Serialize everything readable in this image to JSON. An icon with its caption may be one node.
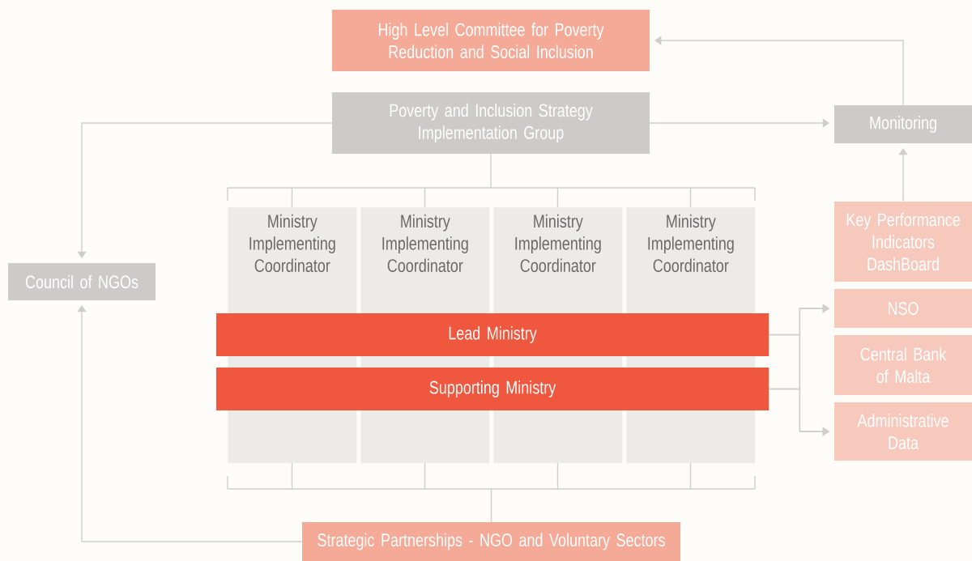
{
  "diagram": {
    "nodes": [
      {
        "text": [
          "High Level Committee for Poverty Reduction and Social Inclusion"
        ]
      },
      {
        "text": [
          "Poverty and Inclusion Strategy Implementation Group"
        ]
      },
      {
        "text": [
          "Monitoring"
        ]
      },
      {
        "text": [
          "Council of NGOs"
        ]
      },
      {
        "text": [
          "Ministry Implementing Coordinator"
        ]
      },
      {
        "text": [
          "Ministry Implementing Coordinator"
        ]
      },
      {
        "text": [
          "Ministry Implementing Coordinator"
        ]
      },
      {
        "text": [
          "Ministry Implementing Coordinator"
        ]
      },
      {
        "text": [
          "Lead Ministry"
        ]
      },
      {
        "text": [
          "Supporting Ministry"
        ]
      },
      {
        "text": [
          "Key Performance Indicators DashBoard"
        ]
      },
      {
        "text": [
          "NSO"
        ]
      },
      {
        "text": [
          "Central Bank of Malta"
        ]
      },
      {
        "text": [
          "Administrative Data"
        ]
      },
      {
        "text": [
          "Strategic Partnerships - NGO and Voluntary Sectors"
        ]
      }
    ],
    "edges": [
      {
        "from": 2,
        "to": 0,
        "arrow": "to"
      },
      {
        "from": 1,
        "to": 2,
        "arrow": "to"
      },
      {
        "from": 1,
        "to": 3,
        "arrow": "to"
      },
      {
        "from": 1,
        "to": 4,
        "arrow": "none"
      },
      {
        "from": 1,
        "to": 5,
        "arrow": "none"
      },
      {
        "from": 1,
        "to": 6,
        "arrow": "none"
      },
      {
        "from": 1,
        "to": 7,
        "arrow": "none"
      },
      {
        "from": 14,
        "to": 4,
        "arrow": "none"
      },
      {
        "from": 14,
        "to": 5,
        "arrow": "none"
      },
      {
        "from": 14,
        "to": 6,
        "arrow": "none"
      },
      {
        "from": 14,
        "to": 7,
        "arrow": "none"
      },
      {
        "from": 14,
        "to": 3,
        "arrow": "to"
      },
      {
        "from": 10,
        "to": 2,
        "arrow": "to"
      },
      {
        "from": 8,
        "to": 11,
        "arrow": "to"
      },
      {
        "from": 8,
        "to": 13,
        "arrow": "to"
      },
      {
        "from": 9,
        "to": 11,
        "arrow": "to"
      },
      {
        "from": 9,
        "to": 13,
        "arrow": "to"
      }
    ]
  }
}
